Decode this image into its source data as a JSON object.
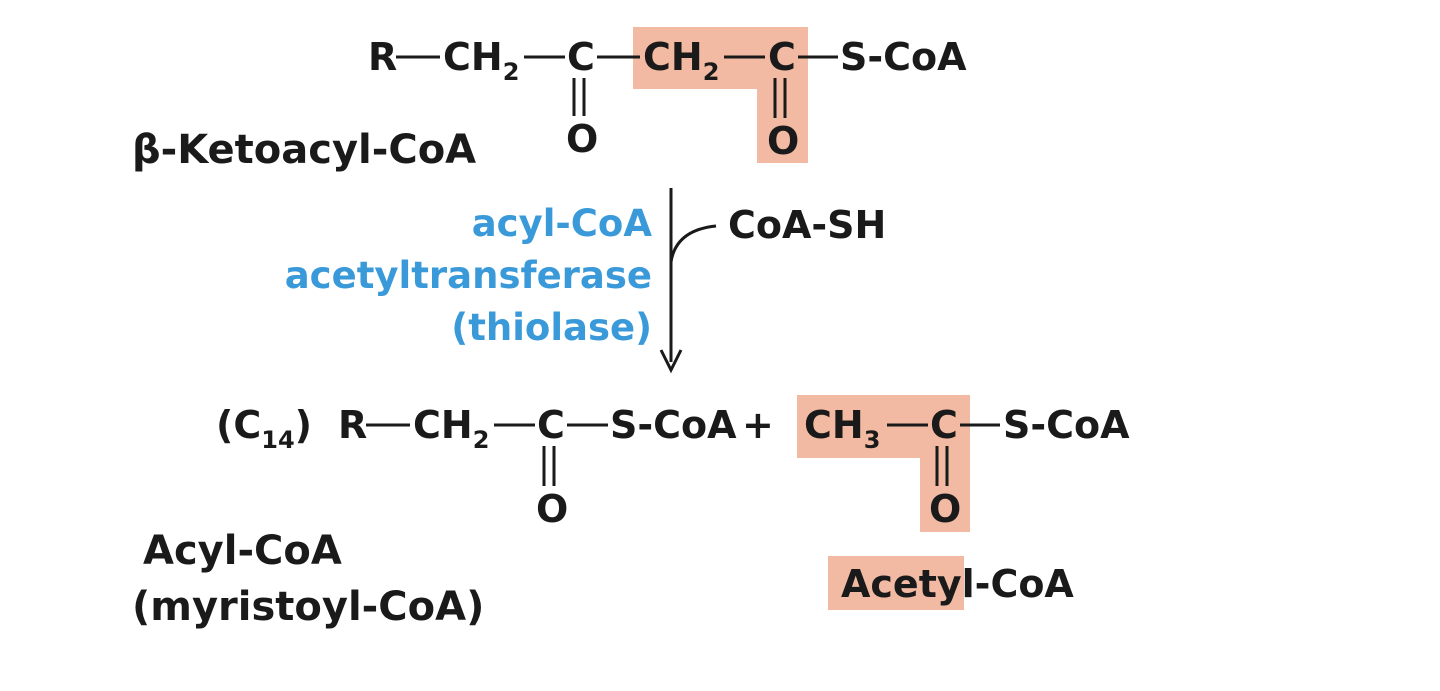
{
  "colors": {
    "highlight": "#f2b9a3",
    "enzyme": "#3a9ad9",
    "text": "#1a1a1a"
  },
  "substrate": {
    "name": "β-Ketoacyl-CoA",
    "r": "R",
    "ch": "CH",
    "two": "2",
    "c": "C",
    "o": "O",
    "scoa": "S-CoA"
  },
  "enzyme": {
    "line1": "acyl-CoA",
    "line2": "acetyltransferase",
    "line3": "(thiolase)"
  },
  "reactant": {
    "name": "CoA-SH"
  },
  "product_acyl": {
    "chain_length": "(C",
    "chain_sub": "14",
    "chain_close": ")",
    "name_line1": "Acyl-CoA",
    "name_line2": "(myristoyl-CoA)"
  },
  "plus": "+",
  "product_acetyl": {
    "ch": "CH",
    "three": "3",
    "name": "Acetyl-CoA"
  }
}
